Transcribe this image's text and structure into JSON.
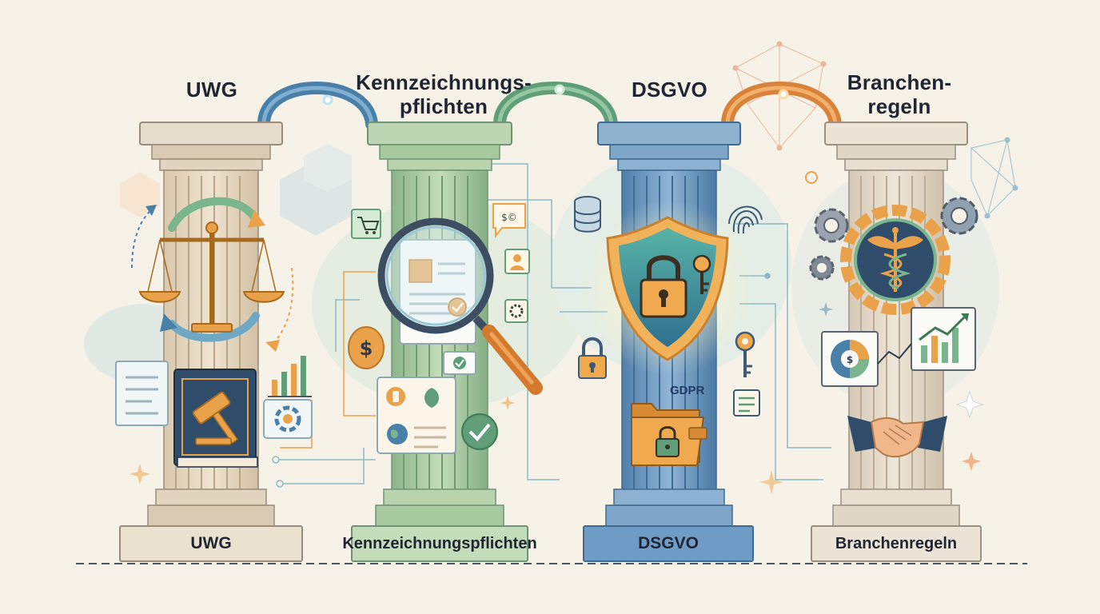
{
  "pillars": [
    {
      "id": "uwg",
      "title": "UWG",
      "base_label": "UWG",
      "color": "#e8dcc8"
    },
    {
      "id": "kennzeichnung",
      "title_lines": [
        "Kennzeichnungs-",
        "pflichten"
      ],
      "base_label": "Kennzeichnungspflichten",
      "color": "#a8c9a0"
    },
    {
      "id": "dsgvo",
      "title": "DSGVO",
      "base_label": "DSGVO",
      "color": "#7ea6c9"
    },
    {
      "id": "branchen",
      "title_lines": [
        "Branchen-",
        "regeln"
      ],
      "base_label": "Branchenregeln",
      "color": "#e6dccb"
    }
  ],
  "badges": {
    "gdpr": "GDPR"
  },
  "icons": [
    "balance-scale-icon",
    "law-book-gavel-icon",
    "bar-chart-icon",
    "document-icon",
    "magnifier-document-icon",
    "shopping-cart-icon",
    "dollar-coin-icon",
    "leaf-icon",
    "globe-icon",
    "checkmark-icon",
    "shield-lock-icon",
    "key-icon",
    "database-icon",
    "fingerprint-icon",
    "padlock-icon",
    "folder-lock-icon",
    "gear-icon",
    "caduceus-icon",
    "growth-chart-icon",
    "pie-chart-icon",
    "handshake-icon"
  ],
  "colors": {
    "background": "#f7f2e7",
    "arch_blue": "#4a7fa8",
    "arch_green": "#5f9e78",
    "arch_orange": "#e08a3c",
    "accent_orange": "#e9a24a",
    "text": "#1f2533"
  }
}
